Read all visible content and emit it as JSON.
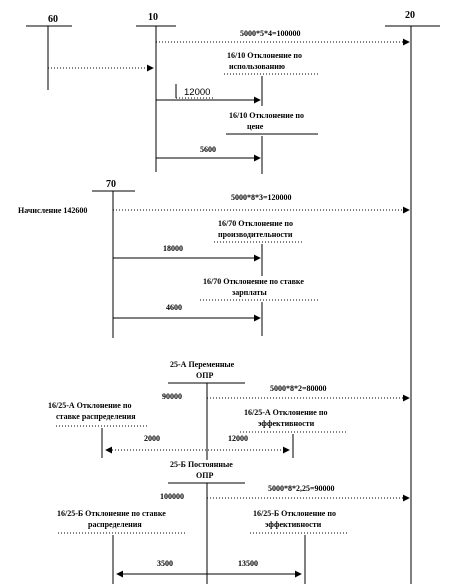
{
  "accounts": {
    "a60": "60",
    "a10": "10",
    "a20": "20",
    "a70": "70"
  },
  "labels": {
    "flow_10_20": "5000*5*4=100000",
    "dev_10_usage": "16/10 Отклонение по использованию",
    "val_12000": "12000",
    "dev_10_price": "16/10 Отклонение по цене",
    "val_5600": "5600",
    "accrual": "Начисление 142600",
    "flow_70_20": "5000*8*3=120000",
    "dev_70_productivity": "16/70 Отклонение по производительности",
    "val_18000": "18000",
    "dev_70_rate": "16/70 Отклонение по ставке зарплаты",
    "val_4600": "4600",
    "opr_var_title": "25-А Переменные ОПР",
    "val_90000": "90000",
    "flow_25a_20": "5000*8*2=80000",
    "dev_25a_rate": "16/25-А Отклонение по ставке распределения",
    "dev_25a_eff": "16/25-А Отклонение по эффективности",
    "val_2000": "2000",
    "val_12000b": "12000",
    "opr_fix_title": "25-Б Постоянные ОПР",
    "val_100000": "100000",
    "flow_25b_20": "5000*8*2,25=90000",
    "dev_25b_rate": "16/25-Б Отклонение по ставке распределения",
    "dev_25b_eff": "16/25-Б Отклонение по эффективности",
    "val_3500": "3500",
    "val_13500": "13500"
  }
}
